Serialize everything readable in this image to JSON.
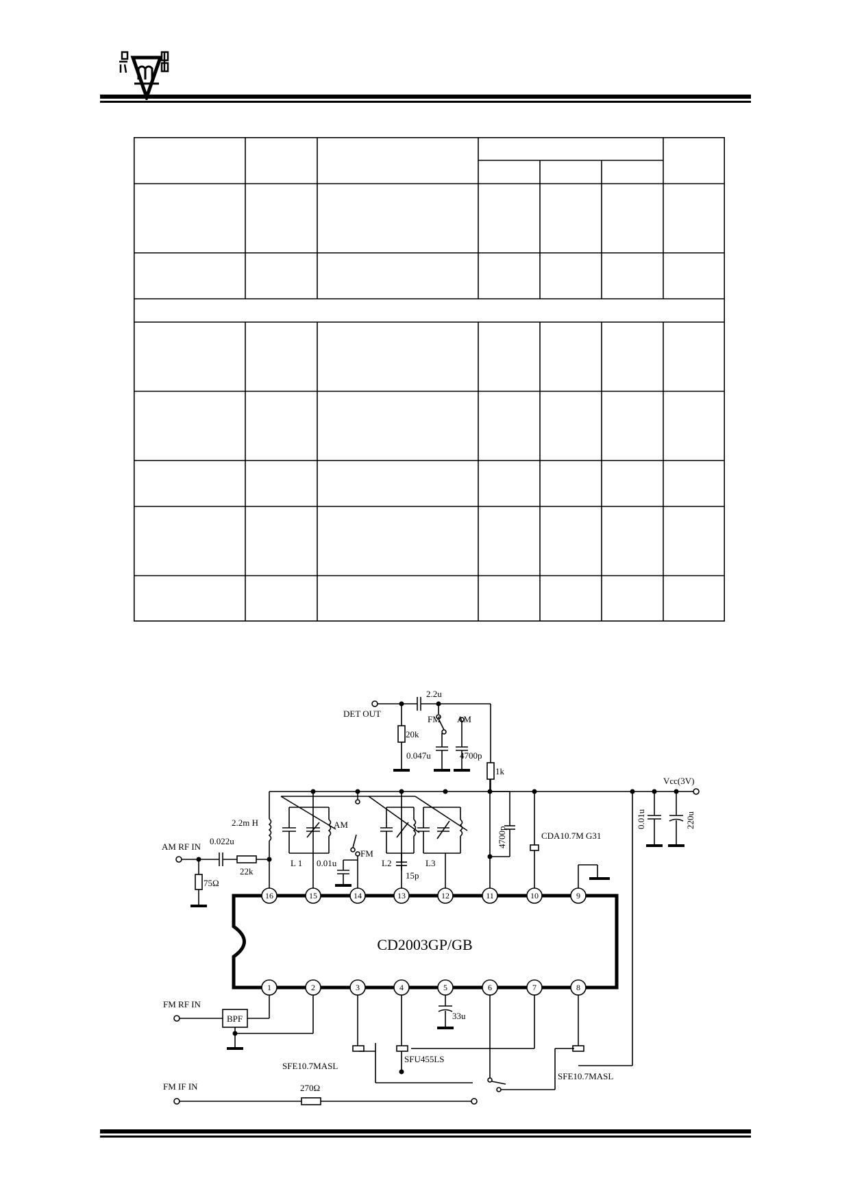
{
  "circuit": {
    "ic_label": "CD2003GP/GB",
    "pins": [
      "1",
      "2",
      "3",
      "4",
      "5",
      "6",
      "7",
      "8",
      "9",
      "10",
      "11",
      "12",
      "13",
      "14",
      "15",
      "16"
    ],
    "signals": {
      "det_out": "DET  OUT",
      "vcc": "Vcc(3V)",
      "am_rf_in": "AM RF IN",
      "fm_rf_in": "FM RF IN",
      "fm_if_in": "FM IF IN"
    },
    "switch_labels": {
      "fm": "FM",
      "am": "AM"
    },
    "components": {
      "c_2_2u": "2.2u",
      "r_20k": "20k",
      "c_0_047u": "0.047u",
      "c_4700p_top": "4700p",
      "r_1k": "1k",
      "l_2_2mh": "2.2m H",
      "c_0_022u": "0.022u",
      "r_22k": "22k",
      "r_75": "75Ω",
      "l1": "L 1",
      "l2": "L2",
      "l3": "L3",
      "c_0_01u_mid": "0.01u",
      "c_15p": "15p",
      "c_4700p_mid": "4700p",
      "cda": "CDA10.7M G31",
      "c_0_01u_right": "0.01u",
      "c_220u": "220u",
      "c_33u": "33u",
      "bpf": "BPF",
      "sfe_left": "SFE10.7MASL",
      "sfu": "SFU455LS",
      "sfe_right": "SFE10.7MASL",
      "r_270": "270Ω"
    }
  }
}
